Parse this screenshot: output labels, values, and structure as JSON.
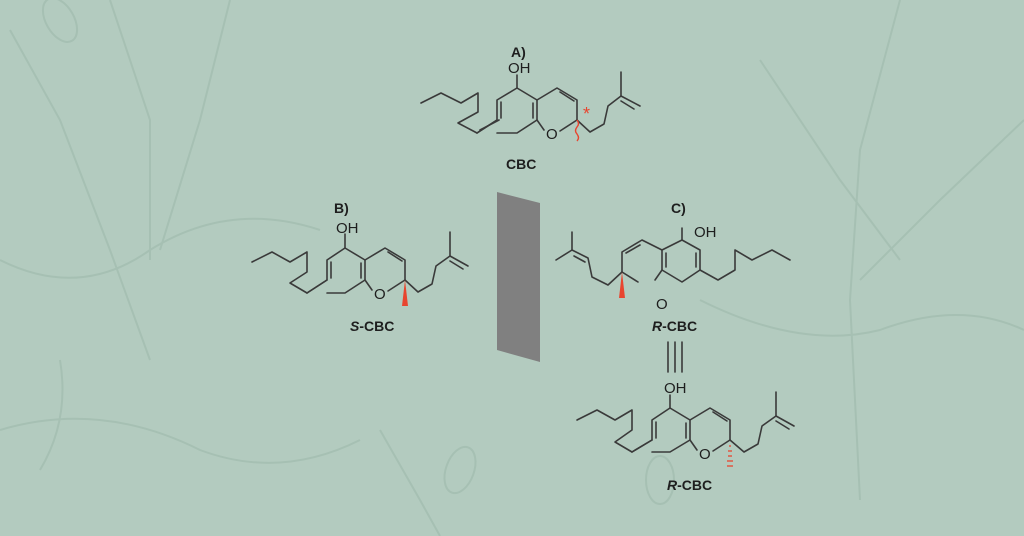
{
  "background_color": "#b3cbbf",
  "accent_color": "#e8452f",
  "mirror_color": "#808080",
  "panels": [
    {
      "label": "A)",
      "compound": "CBC",
      "stereo_prefix": "",
      "stereo_marker": "wavy bond + asterisk (*)",
      "oh_label": "OH",
      "o_label": "O"
    },
    {
      "label": "B)",
      "compound": "CBC",
      "stereo_prefix": "S",
      "stereo_marker": "red wedge bond",
      "oh_label": "OH",
      "o_label": "O"
    },
    {
      "label": "C)",
      "compound": "CBC",
      "stereo_prefix": "R",
      "stereo_marker": "red wedge bond",
      "oh_label": "OH",
      "o_label": "O"
    },
    {
      "label": "",
      "compound": "CBC",
      "stereo_prefix": "R",
      "stereo_marker": "red hashed bond",
      "oh_label": "OH",
      "o_label": "O"
    }
  ],
  "equivalence_symbol": "≡",
  "asterisk": "*",
  "dash": "-"
}
